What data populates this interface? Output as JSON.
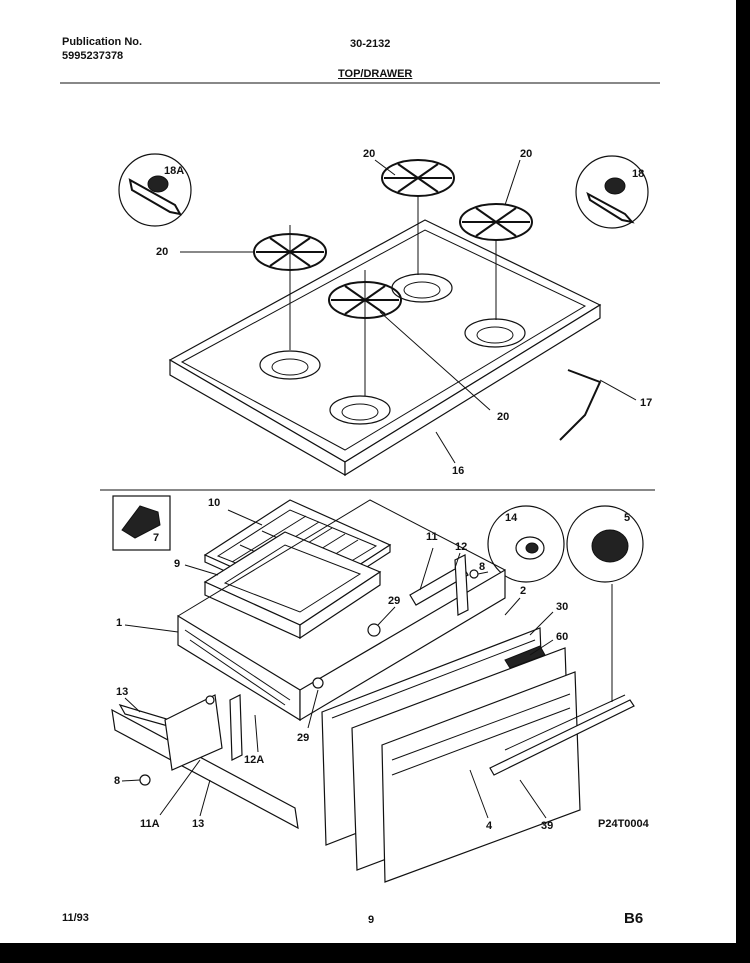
{
  "header": {
    "publication_label": "Publication No.",
    "publication_number": "5995237378",
    "model": "30-2132",
    "section_title": "TOP/DRAWER"
  },
  "footer": {
    "date": "11/93",
    "page": "9",
    "code": "B6"
  },
  "diagram": {
    "figure_code": "P24T0004",
    "callouts": {
      "c18a": "18A",
      "c18": "18",
      "c20a": "20",
      "c20b": "20",
      "c20c": "20",
      "c20d": "20",
      "c17": "17",
      "c16": "16",
      "c10": "10",
      "c7": "7",
      "c11": "11",
      "c12": "12",
      "c8a": "8",
      "c14": "14",
      "c5": "5",
      "c9": "9",
      "c29a": "29",
      "c2": "2",
      "c30": "30",
      "c1": "1",
      "c60": "60",
      "c13a": "13",
      "c29b": "29",
      "c12a": "12A",
      "c8b": "8",
      "c11a": "11A",
      "c13b": "13",
      "c4": "4",
      "c39": "39"
    }
  }
}
